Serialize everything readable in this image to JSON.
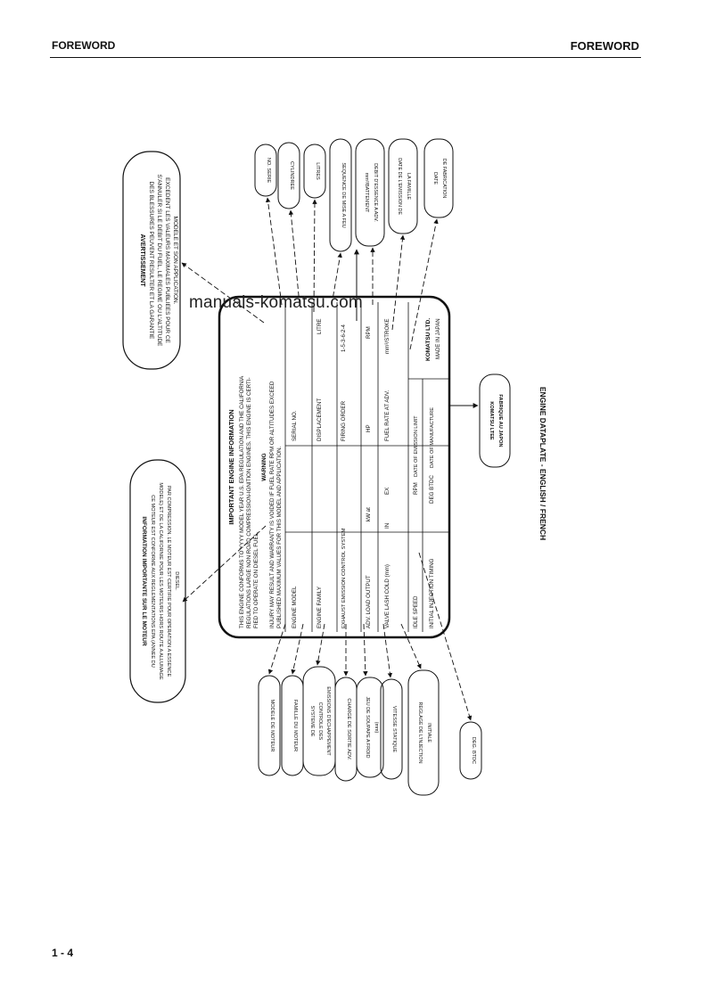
{
  "header": {
    "left": "FOREWORD",
    "right": "FOREWORD"
  },
  "page_number": "1 - 4",
  "watermark": "manuals-komatsu.com",
  "caption": "ENGINE DATAPLATE - ENGLISH / FRENCH",
  "plate": {
    "title": "IMPORTANT ENGINE INFORMATION",
    "intro_lines": [
      "THIS ENGINE CONFORMS TO YYYY MODEL YEAR U.S. EPA REGULATION AND THE CALIFORNIA",
      "REGULATIONS LARGE NON ROAD COMPRESSION-IGNITION ENGINES. THIS ENGINE IS CERTI-",
      "FIED TO OPERATE ON DIESEL FUEL."
    ],
    "warning_title": "WARNING",
    "warning_lines": [
      "INJURY MAY RESULT AND WARRANTY IS VOIDED IF FUEL RATE RPM OR ALTITUDES EXCEED",
      "PUBLISHED MAXIMUM VALUES FOR THIS MODEL AND APPLICATION."
    ],
    "rows": [
      {
        "label": "ENGINE MODEL",
        "c2": "",
        "c3": "SERIAL NO.",
        "c4": "",
        "c5": ""
      },
      {
        "label": "ENGINE FAMILY",
        "c2": "",
        "c3": "DISPLACEMENT",
        "c4": "",
        "c5": "LITRE"
      },
      {
        "label": "EXHAUST EMISSION CONTROL SYSTEM",
        "c2": "",
        "c3": "FIRING ORDER",
        "c4": "",
        "c5": "1-5-3-6-2-4"
      },
      {
        "label": "ADV. LOAD OUTPUT",
        "c2": "kW at",
        "c3": "HP",
        "c4": "",
        "c5": "RPM"
      },
      {
        "label": "VALVE LASH COLD (mm)",
        "c2": "IN",
        "c3": "EX",
        "c4": "FUEL RATE AT ADV.",
        "c5": "mm³/STROKE"
      },
      {
        "label": "IDLE SPEED",
        "c2": "",
        "c3": "RPM",
        "c4": "DATE OF EMISSION LIMIT",
        "c5": ""
      },
      {
        "label": "INITIAL INJECTION TIMING",
        "c2": "",
        "c3": "DEG BTDC",
        "c4": "DATE OF MANUFACTURE",
        "c5": ""
      }
    ],
    "maker_name": "KOMATSU LTD.",
    "maker_origin": "MADE IN JAPAN"
  },
  "callouts_top_left": [
    {
      "id": "avertissement",
      "title": "AVERTISSEMENT",
      "lines": [
        "DES BLESSURES PEUVENT RESULTER ET LA GARANTIE",
        "S'ANNULER SI LE DEBIT DU FUEL, LE REGIME OU L'ALTITUDE",
        "EXCEDENT LES VALEURS MAXIMALES PUBLIEES POUR CE",
        "MODELE ET SON APPLICATION."
      ]
    }
  ],
  "callouts_bottom_left": [
    {
      "id": "information",
      "title": "INFORMATION IMPORTANTE SUR LE MOTEUR",
      "lines": [
        "CE MOTEUR EST CONFORME AUX REGLEMENTATIONS EPA (ANNEE DU",
        "MODELE) ET DE LA CALIFORNIE POUR LES MOTEURS HORS ROUTE A ALLUMAGE",
        "PAR COMPRESSION. LE MOTEUR EST CERTIFIE POUR OPERATION A ESSENCE",
        "DIESEL."
      ]
    }
  ],
  "callouts_top_right": [
    {
      "id": "no-serie",
      "lines": [
        "NO. SERIE"
      ]
    },
    {
      "id": "cylindree",
      "lines": [
        "CYLINDREE"
      ]
    },
    {
      "id": "litres",
      "lines": [
        "LITRES"
      ]
    },
    {
      "id": "sequence",
      "lines": [
        "SEQUENCE DE MISE A FEU"
      ]
    },
    {
      "id": "debit",
      "lines": [
        "mm³/BATTEMENT",
        "DEBIT D'ESSENCE A ADV."
      ]
    },
    {
      "id": "date-emission",
      "lines": [
        "DATE DE L'EMISSION DE",
        "LA FAMILLE"
      ]
    },
    {
      "id": "date-fabrication",
      "lines": [
        "DATE",
        "DE FABRICATION"
      ]
    }
  ],
  "callouts_bottom": [
    {
      "id": "modele",
      "lines": [
        "MODELE DE MOTEUR"
      ]
    },
    {
      "id": "famille",
      "lines": [
        "FAMILLE DU MOTEUR"
      ]
    },
    {
      "id": "systeme",
      "lines": [
        "SYSTEME DE",
        "CONTROLE DES",
        "EMISSIONS D'ECHAPPEMENT"
      ]
    },
    {
      "id": "charge",
      "lines": [
        "CHARGE DE SORTIE ADV."
      ]
    },
    {
      "id": "jeu",
      "lines": [
        "JEU DE SOUPAPE A FROID",
        "(mm)"
      ]
    },
    {
      "id": "vitesse",
      "lines": [
        "VITESSE STATIQUE"
      ]
    },
    {
      "id": "reglage",
      "lines": [
        "REGLAGE DE L'INJECTION",
        "INITIALE"
      ]
    },
    {
      "id": "deg-btdc",
      "lines": [
        "DEG. BTDC"
      ]
    }
  ],
  "callout_maker": {
    "id": "fabrique",
    "lines": [
      "KOMATSU LTEE",
      "FABRIQUE AU JAPON"
    ]
  }
}
